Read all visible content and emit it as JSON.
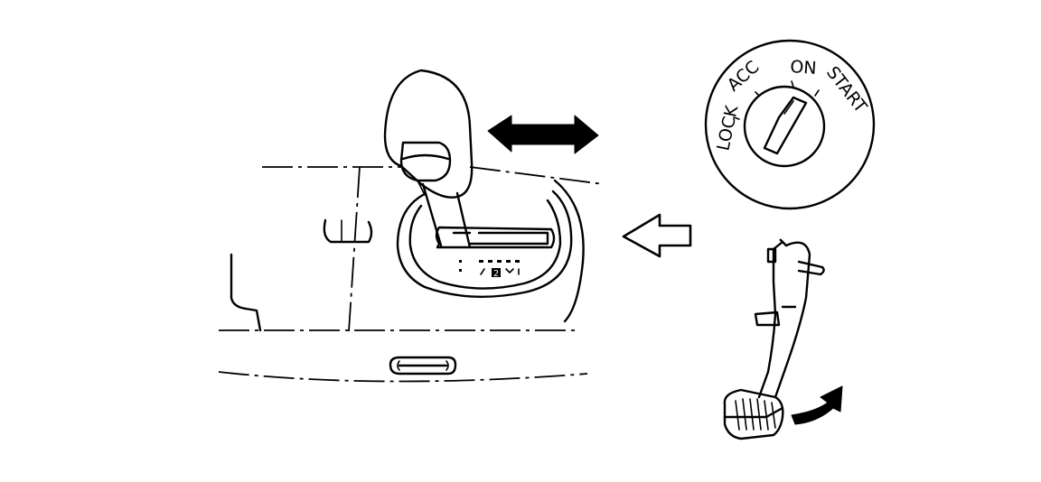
{
  "ignition_switch": {
    "positions": [
      "LOCK",
      "ACC",
      "ON",
      "START"
    ]
  },
  "shift_indicator": {
    "selected_mark": "2"
  },
  "icons": {
    "double_arrow": "double-headed-arrow-icon",
    "hollow_arrow": "left-arrow-icon",
    "curved_arrow": "curved-arrow-icon"
  }
}
